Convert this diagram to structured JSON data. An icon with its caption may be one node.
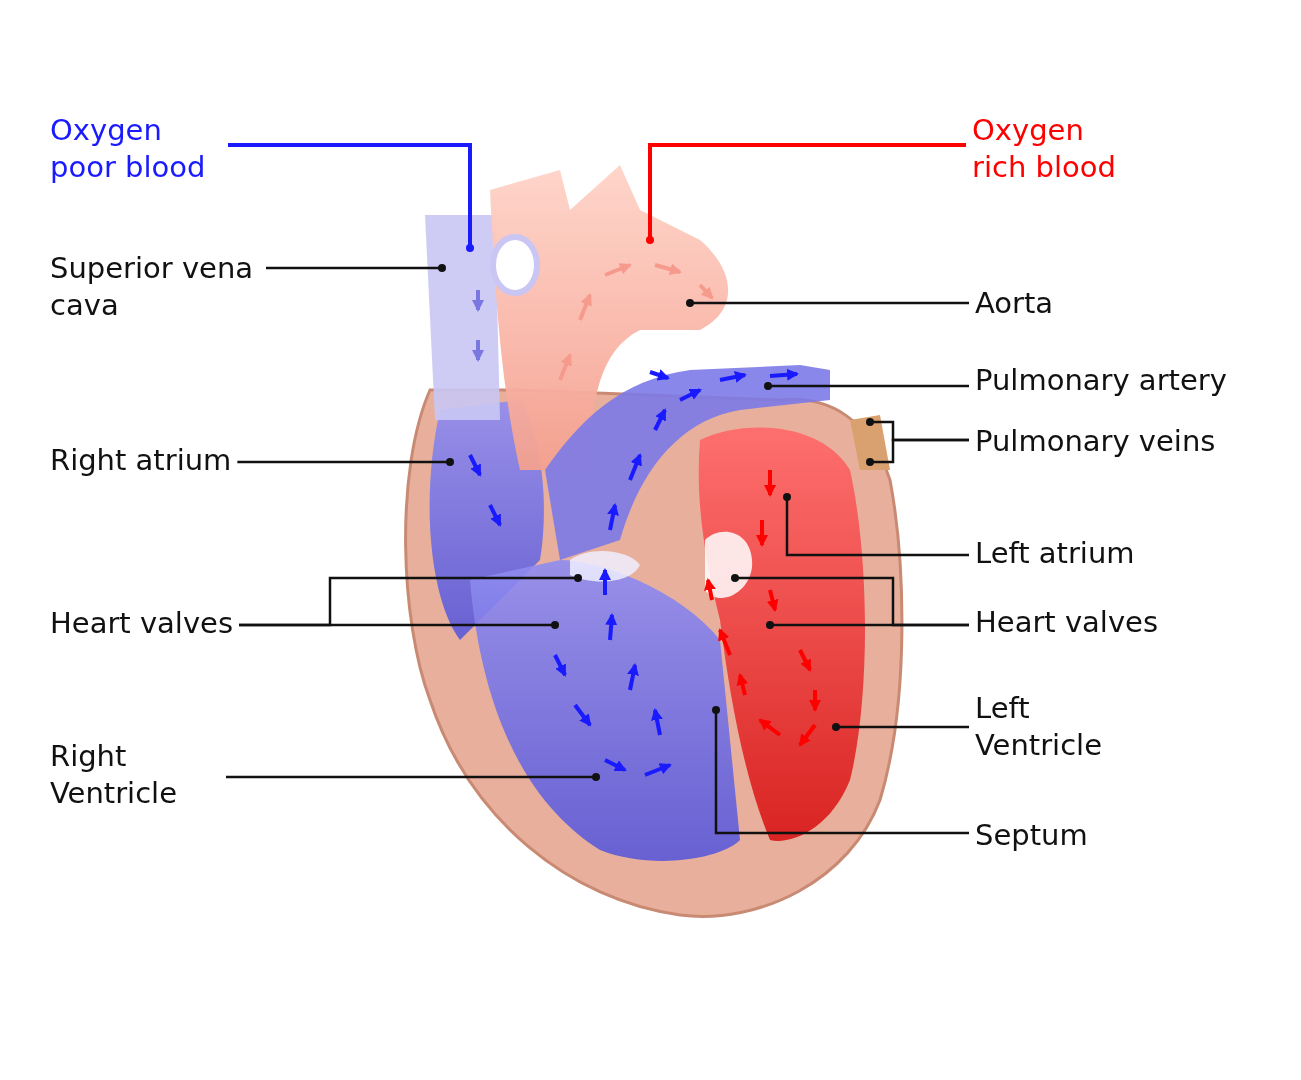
{
  "diagram": {
    "nodes": [
      {
        "text": [
          "Oxygen poor blood"
        ]
      },
      {
        "text": [
          "Oxygen rich blood"
        ]
      },
      {
        "text": [
          "Superior vena cava"
        ]
      },
      {
        "text": [
          "Right atrium"
        ]
      },
      {
        "text": [
          "Heart valves"
        ]
      },
      {
        "text": [
          "Right Ventricle"
        ]
      },
      {
        "text": [
          "Aorta"
        ]
      },
      {
        "text": [
          "Pulmonary artery"
        ]
      },
      {
        "text": [
          "Pulmonary veins"
        ]
      },
      {
        "text": [
          "Left atrium"
        ]
      },
      {
        "text": [
          "Heart valves"
        ]
      },
      {
        "text": [
          "Left Ventricle"
        ]
      },
      {
        "text": [
          "Septum"
        ]
      }
    ],
    "edges": [
      {
        "from": 0,
        "to": null,
        "arrow": "other",
        "color": "#1a1aff"
      },
      {
        "from": 1,
        "to": null,
        "arrow": "other",
        "color": "#ff0000"
      },
      {
        "from": 2,
        "to": null,
        "arrow": "other"
      },
      {
        "from": 3,
        "to": null,
        "arrow": "other"
      },
      {
        "from": 4,
        "to": null,
        "arrow": "other"
      },
      {
        "from": 4,
        "to": null,
        "arrow": "other"
      },
      {
        "from": 5,
        "to": null,
        "arrow": "other"
      },
      {
        "from": 6,
        "to": null,
        "arrow": "other"
      },
      {
        "from": 7,
        "to": null,
        "arrow": "other"
      },
      {
        "from": 8,
        "to": null,
        "arrow": "other"
      },
      {
        "from": 8,
        "to": null,
        "arrow": "other"
      },
      {
        "from": 9,
        "to": null,
        "arrow": "other"
      },
      {
        "from": 10,
        "to": null,
        "arrow": "other"
      },
      {
        "from": 10,
        "to": null,
        "arrow": "other"
      },
      {
        "from": 11,
        "to": null,
        "arrow": "other"
      },
      {
        "from": 12,
        "to": null,
        "arrow": "other"
      }
    ]
  }
}
